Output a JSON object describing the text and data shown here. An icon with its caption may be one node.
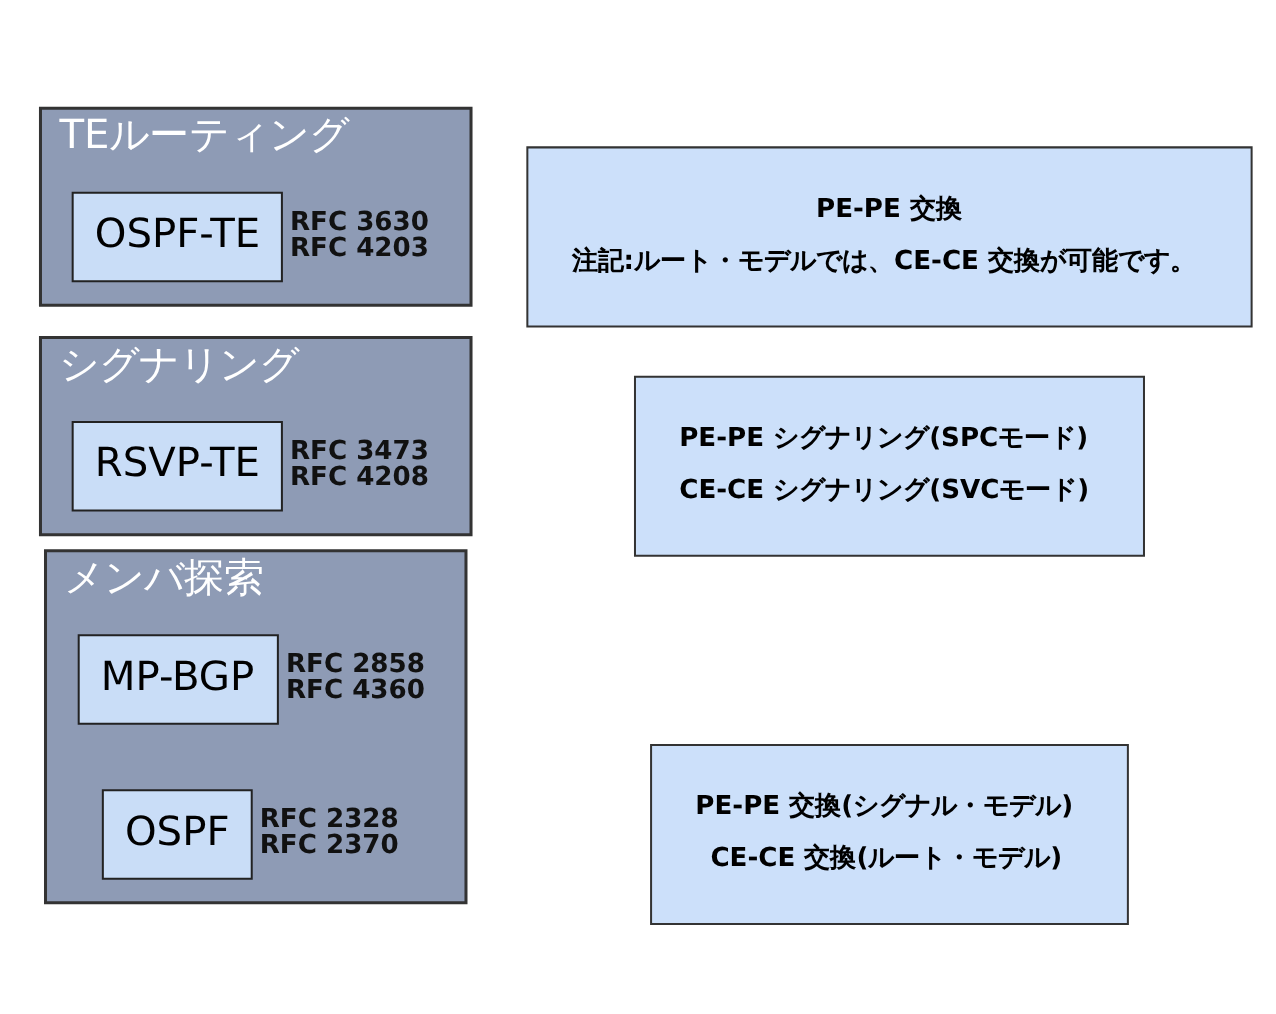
{
  "diagram": {
    "nodes": [
      {
        "text": [
          "メンバ探索"
        ]
      },
      {
        "text": [
          "MP-BGP"
        ],
        "in": 0,
        "beside": [
          "RFC 2858",
          "RFC 4360"
        ]
      },
      {
        "text": [
          "OSPF"
        ],
        "in": 0,
        "beside": [
          "RFC 2328",
          "RFC 2370"
        ]
      },
      {
        "text": [
          "PE-PE 交換(シグナル・モデル)",
          "CE-CE 交換(ルート・モデル)"
        ]
      },
      {
        "text": [
          "シグナリング"
        ]
      },
      {
        "text": [
          "RSVP-TE"
        ],
        "in": 4,
        "beside": [
          "RFC 3473",
          "RFC 4208"
        ]
      },
      {
        "text": [
          "PE-PE シグナリング(SPCモード)",
          "CE-CE シグナリング(SVCモード)"
        ]
      },
      {
        "text": [
          "TEルーティング"
        ]
      },
      {
        "text": [
          "OSPF-TE"
        ],
        "in": 7,
        "beside": [
          "RFC 3630",
          "RFC 4203"
        ]
      },
      {
        "text": [
          "PE-PE 交換",
          "注記:ルート・モデルでは、CE-CE 交換が可能です。"
        ]
      }
    ]
  }
}
